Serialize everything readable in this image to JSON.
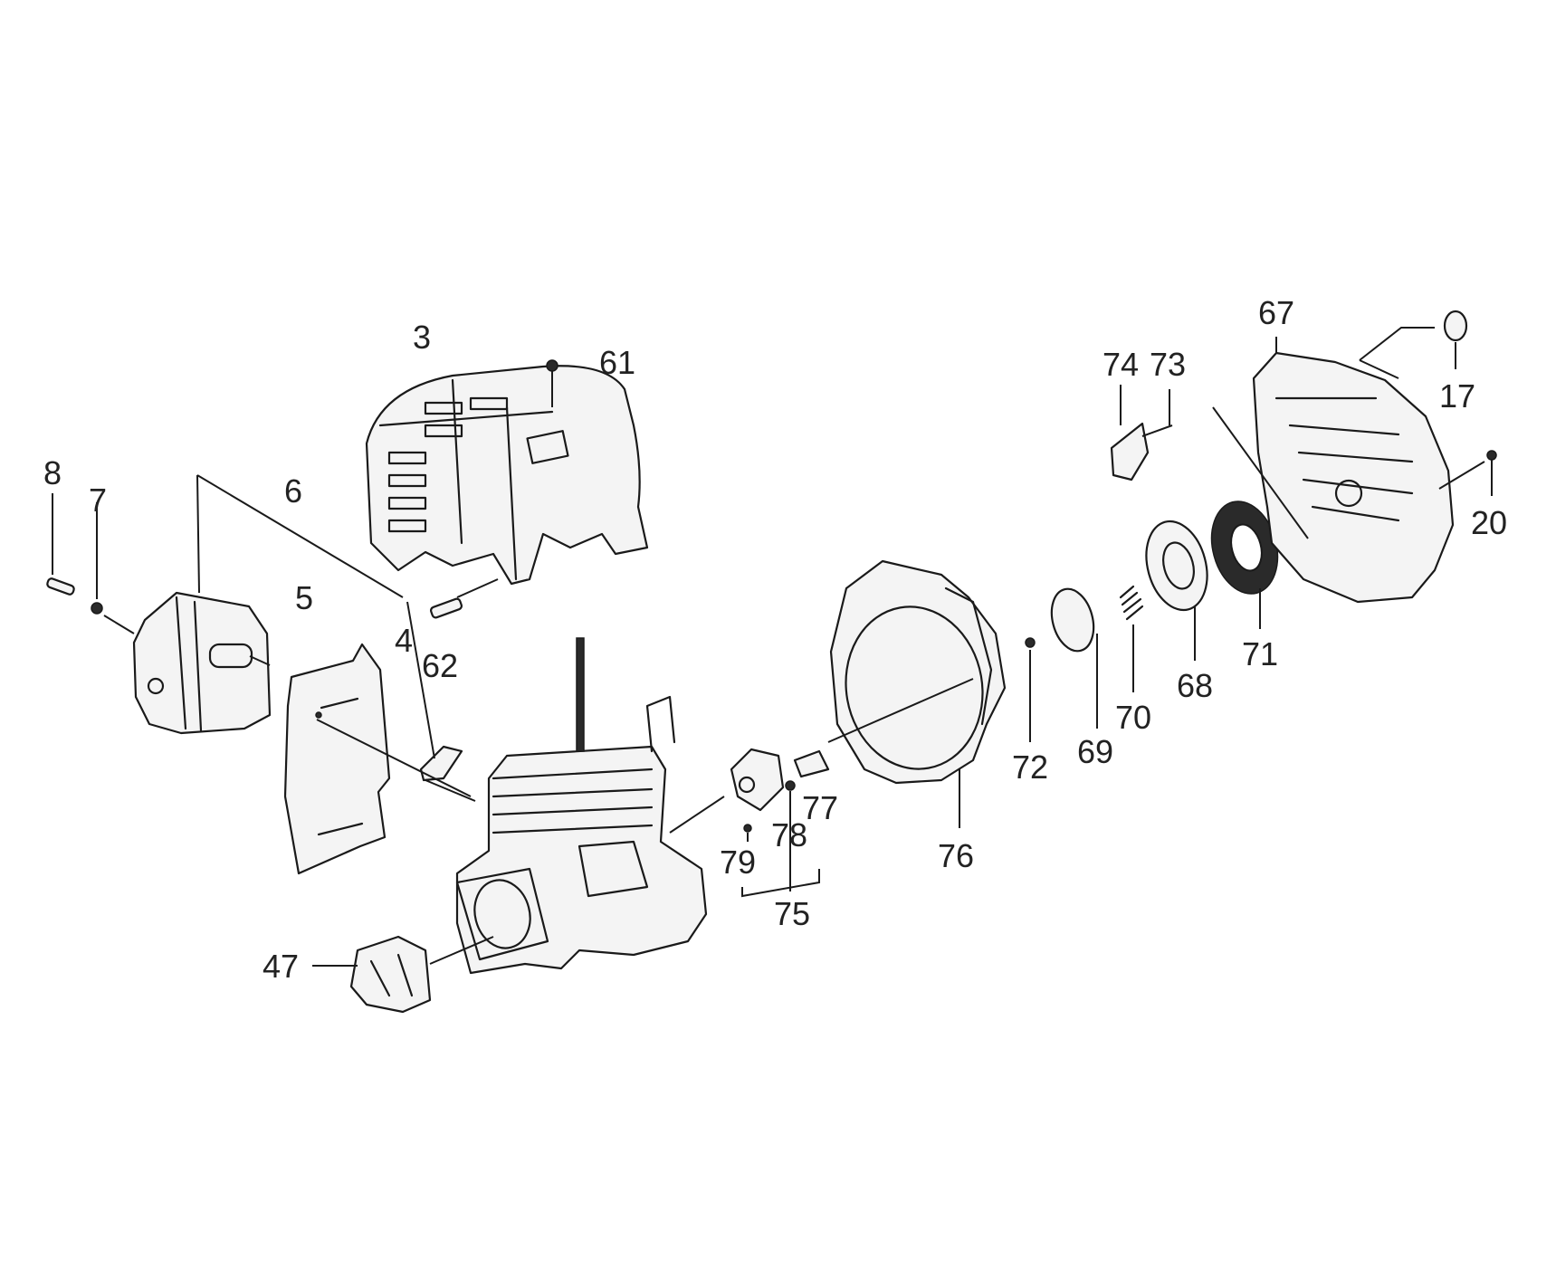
{
  "diagram": {
    "part_numbers": {
      "p3": "3",
      "p4": "4",
      "p5": "5",
      "p6": "6",
      "p7": "7",
      "p8": "8",
      "p17": "17",
      "p20": "20",
      "p47": "47",
      "p61": "61",
      "p62": "62",
      "p67": "67",
      "p68": "68",
      "p69": "69",
      "p70": "70",
      "p71": "71",
      "p72": "72",
      "p73": "73",
      "p74": "74",
      "p75": "75",
      "p76": "76",
      "p77": "77",
      "p78": "78",
      "p79": "79"
    }
  }
}
